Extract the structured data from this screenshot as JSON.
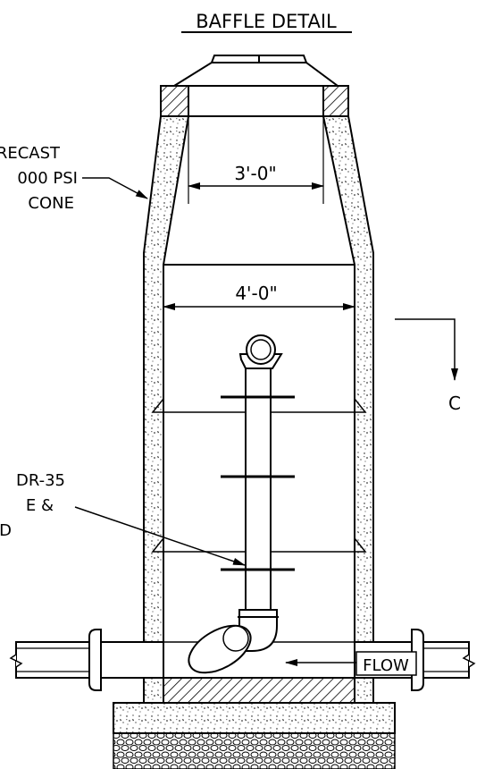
{
  "title": "BAFFLE DETAIL",
  "dimensions": {
    "cone_opening": "3'-0\"",
    "barrel_diameter": "4'-0\""
  },
  "labels": {
    "cone_callout": [
      "RECAST",
      "000 PSI",
      "CONE"
    ],
    "pipe_callout": [
      "DR-35",
      "E &",
      "D"
    ],
    "section_marker": "C",
    "flow": "FLOW"
  }
}
